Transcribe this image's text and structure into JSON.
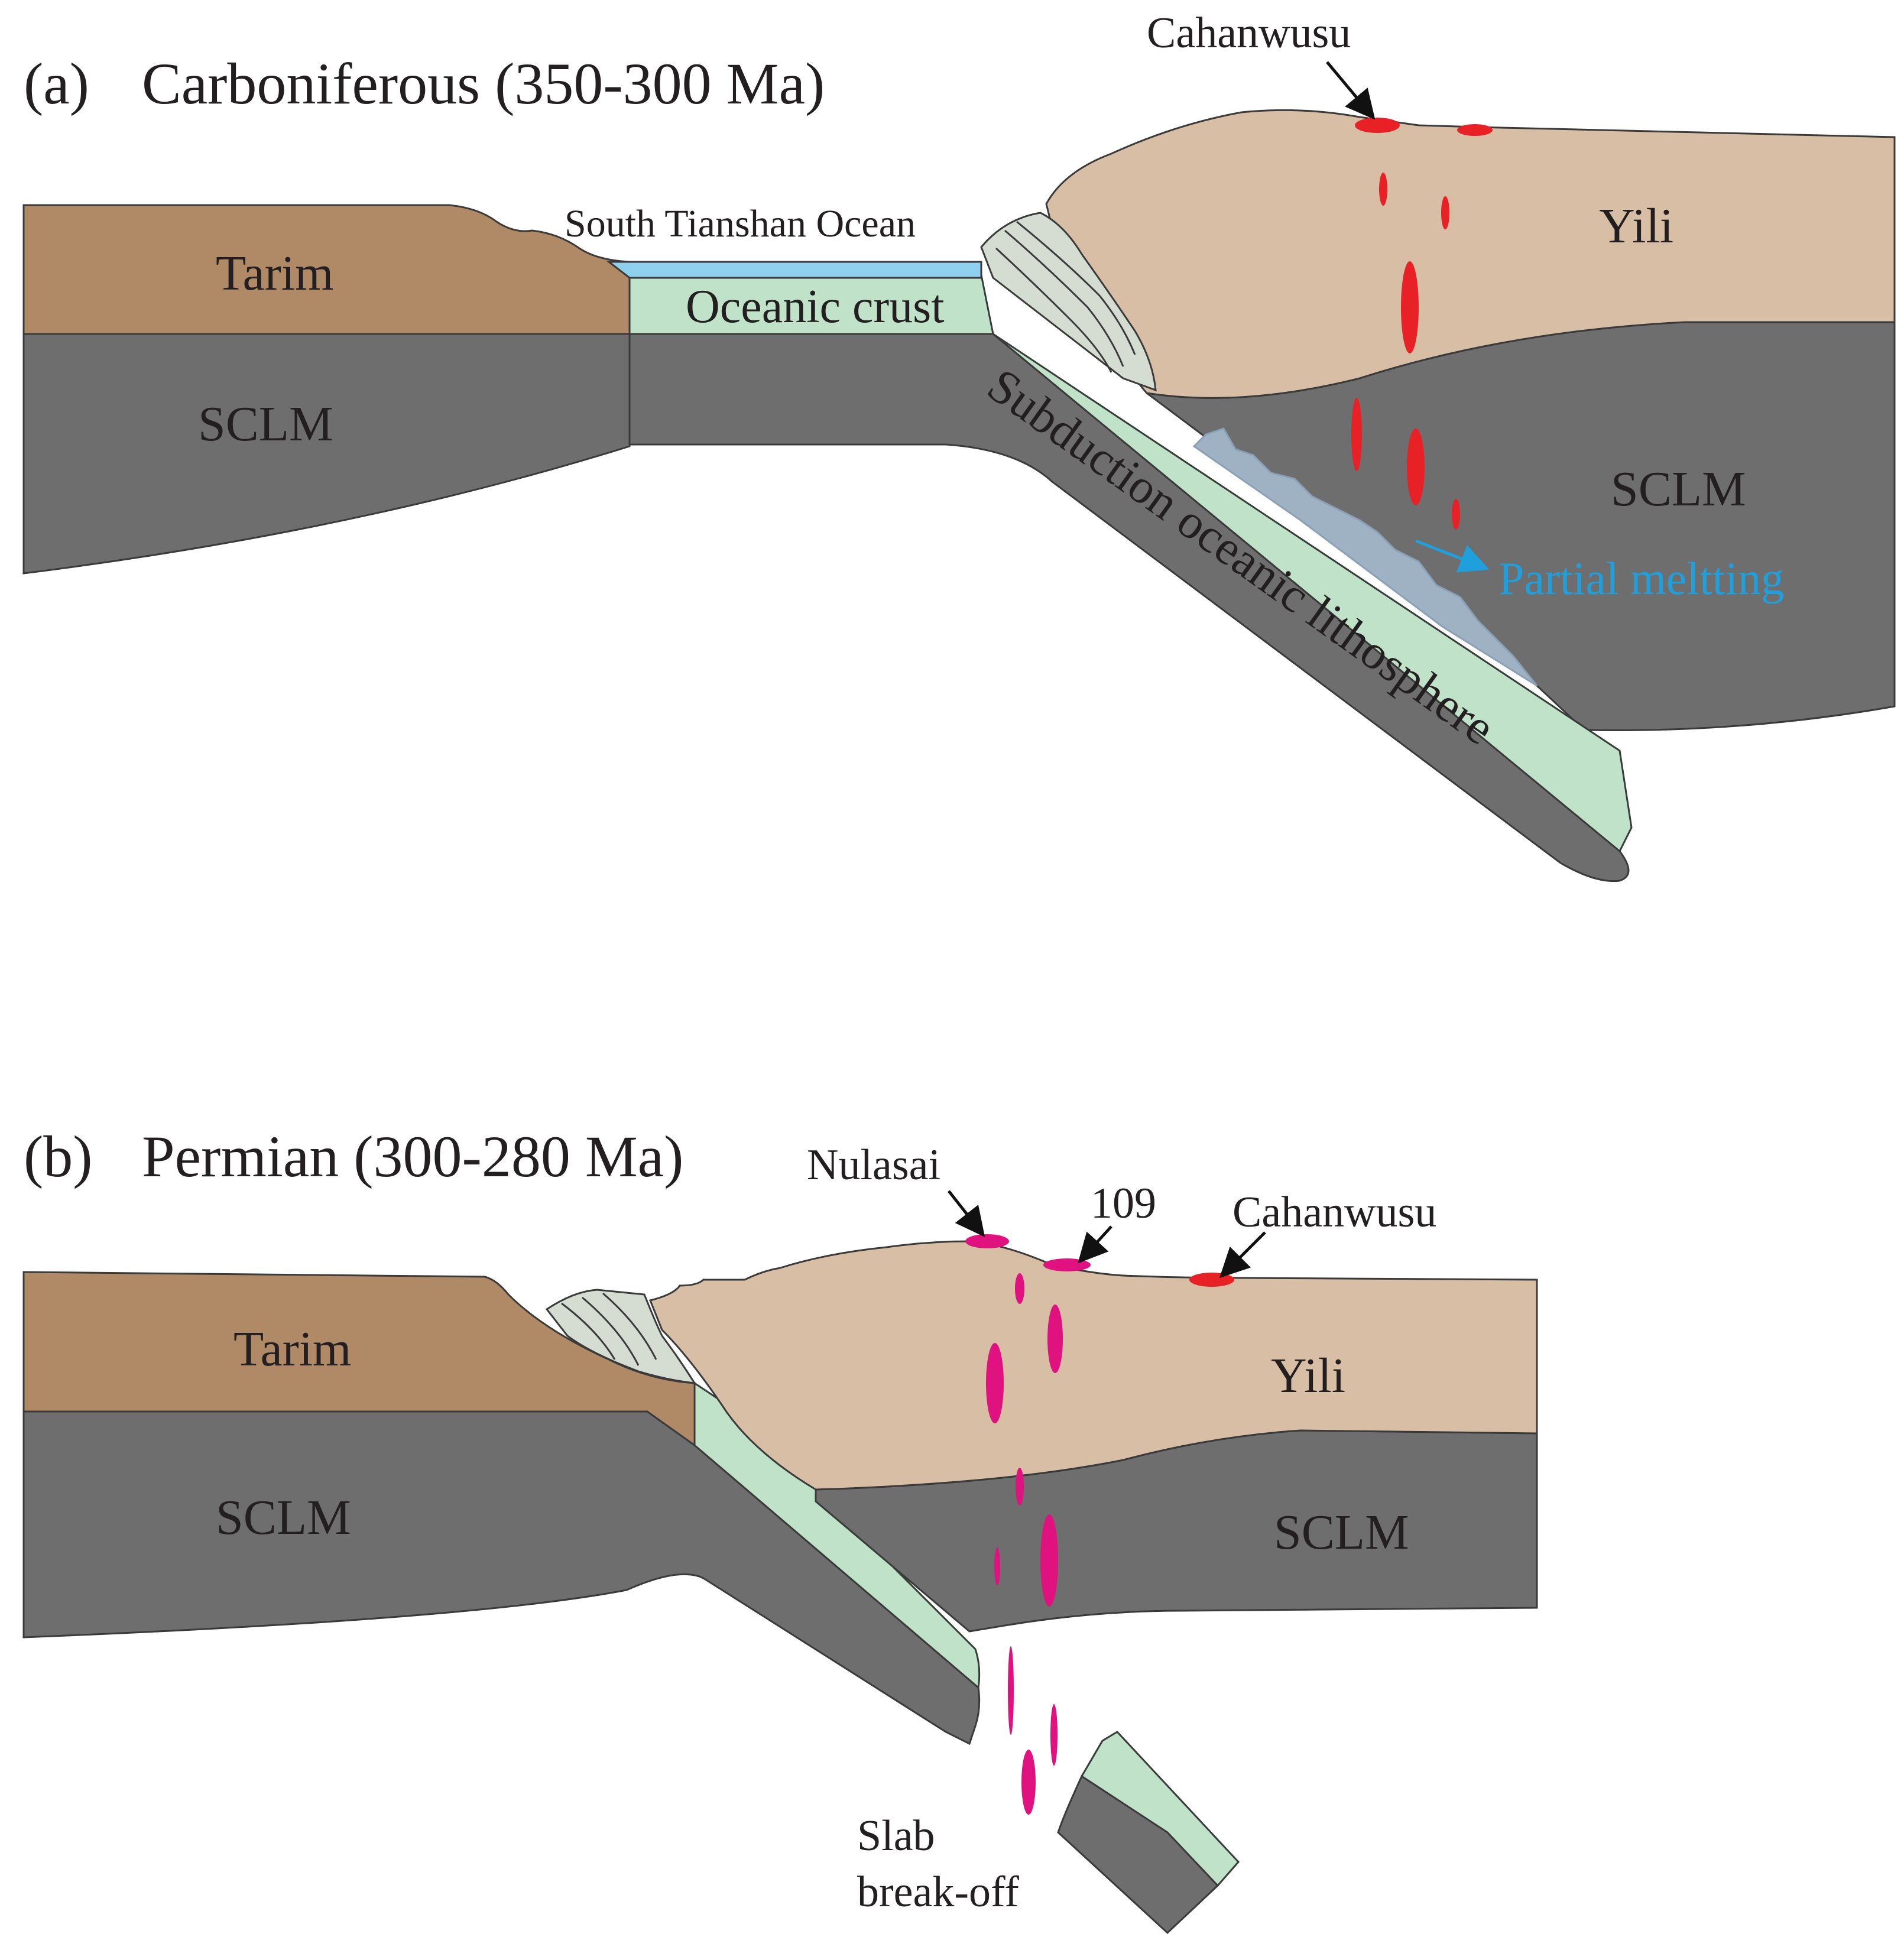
{
  "colors": {
    "tarim": "#b08a66",
    "yili": "#d9bea6",
    "sclm": "#6e6e6e",
    "oceanic_crust": "#bfe2c8",
    "ocean_water": "#8fd0ee",
    "accretionary_wedge": "#d5ddd3",
    "partial_melt": "#9fb2c4",
    "melt_carboniferous": "#e82127",
    "melt_permian": "#e0127f",
    "partial_melting_text": "#1fa0dc"
  },
  "panel_a": {
    "label": "(a)",
    "title": "Carboniferous (350-300 Ma)",
    "tarim": "Tarim",
    "sclm_left": "SCLM",
    "ocean": "South Tianshan Ocean",
    "oceanic_crust": "Oceanic crust",
    "subduction": "Subduction oceanic lithosphere",
    "yili": "Yili",
    "sclm_right": "SCLM",
    "partial_melting": "Partial meltting",
    "cahanwusu": "Cahanwusu"
  },
  "panel_b": {
    "label": "(b)",
    "title": "Permian (300-280 Ma)",
    "tarim": "Tarim",
    "sclm_left": "SCLM",
    "yili": "Yili",
    "sclm_right": "SCLM",
    "nulasai": "Nulasai",
    "n109": "109",
    "cahanwusu": "Cahanwusu",
    "slab_line1": "Slab",
    "slab_line2": "break-off"
  }
}
